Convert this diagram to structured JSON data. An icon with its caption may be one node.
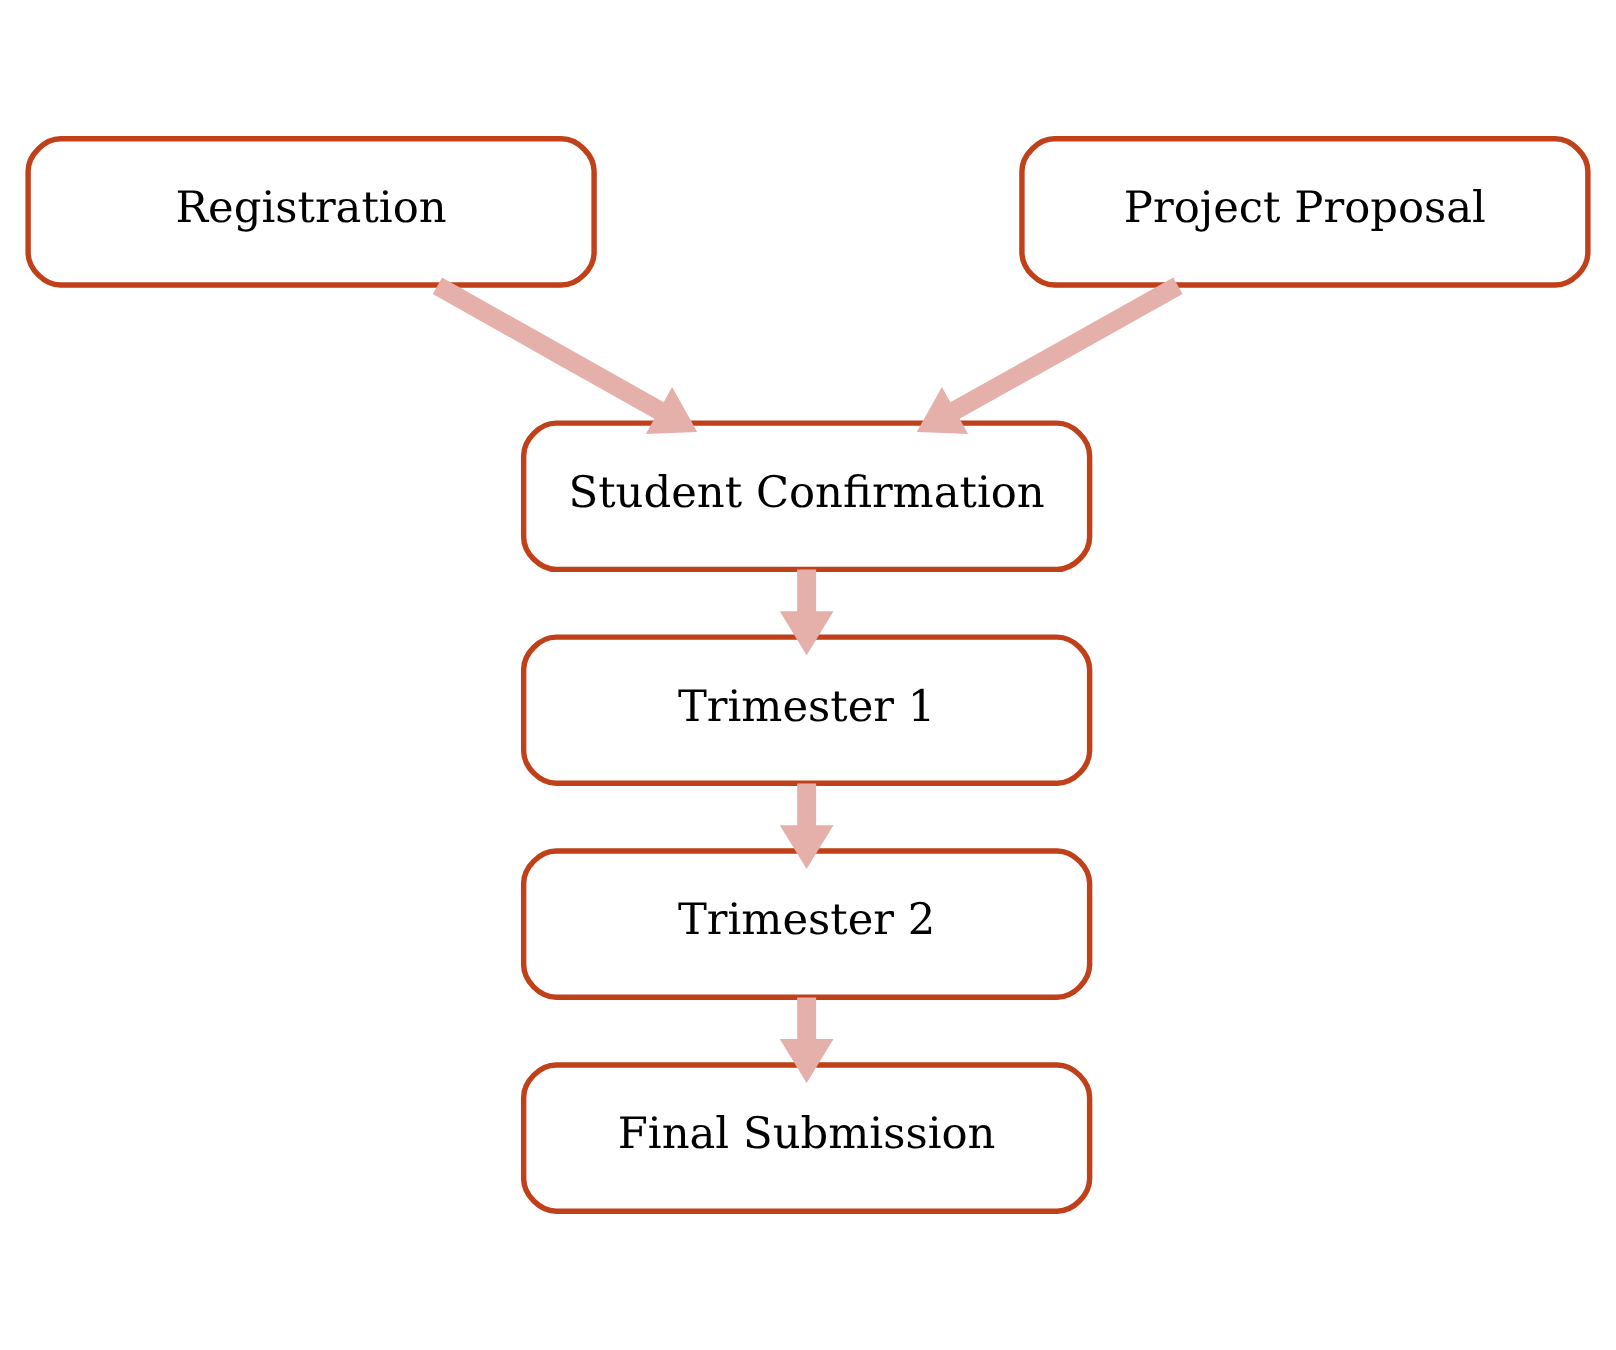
{
  "diagram": {
    "nodes": [
      {
        "text": [
          "Registration"
        ]
      },
      {
        "text": [
          "Project Proposal"
        ]
      },
      {
        "text": [
          "Student Confirmation"
        ]
      },
      {
        "text": [
          "Trimester 1"
        ]
      },
      {
        "text": [
          "Trimester 2"
        ]
      },
      {
        "text": [
          "Final Submission"
        ]
      }
    ],
    "edges": [
      {
        "from": 0,
        "to": 2,
        "arrow": "to"
      },
      {
        "from": 1,
        "to": 2,
        "arrow": "to"
      },
      {
        "from": 2,
        "to": 3,
        "arrow": "to"
      },
      {
        "from": 3,
        "to": 4,
        "arrow": "to"
      },
      {
        "from": 4,
        "to": 5,
        "arrow": "to"
      }
    ]
  }
}
